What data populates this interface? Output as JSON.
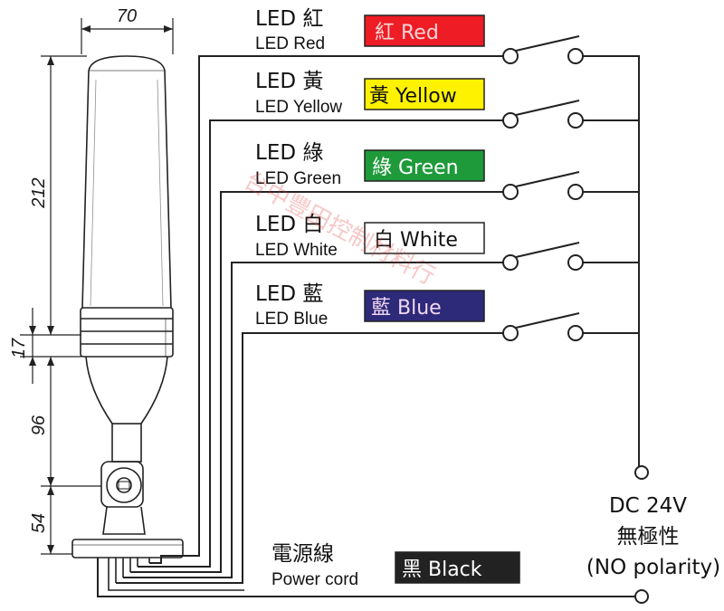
{
  "dimensions": {
    "width": "70",
    "light_height": "212",
    "module_height": "17",
    "pole_height": "96",
    "base_height": "54"
  },
  "channels": [
    {
      "label_main": "LED 紅",
      "label_sub": "LED Red",
      "chip_text": "紅 Red",
      "chip_bg": "#ee1c25",
      "chip_fg": "#f6d6d6"
    },
    {
      "label_main": "LED 黃",
      "label_sub": "LED Yellow",
      "chip_text": "黃 Yellow",
      "chip_bg": "#fff200",
      "chip_fg": "#111111"
    },
    {
      "label_main": "LED 綠",
      "label_sub": "LED Green",
      "chip_text": "綠 Green",
      "chip_bg": "#1f9a3b",
      "chip_fg": "#ffffff"
    },
    {
      "label_main": "LED 白",
      "label_sub": "LED White",
      "chip_text": "白 White",
      "chip_bg": "#ffffff",
      "chip_fg": "#111111"
    },
    {
      "label_main": "LED 藍",
      "label_sub": "LED Blue",
      "chip_text": "藍 Blue",
      "chip_bg": "#2e2a7a",
      "chip_fg": "#f0d8f0"
    }
  ],
  "power": {
    "label_main": "電源線",
    "label_sub": "Power cord",
    "chip_text": "黑 Black",
    "chip_bg": "#222222",
    "chip_fg": "#ffffff"
  },
  "supply": {
    "line1": "DC 24V",
    "line2": "無極性",
    "line3": "(NO polarity)"
  },
  "watermark": "台中豐田控制材料行"
}
